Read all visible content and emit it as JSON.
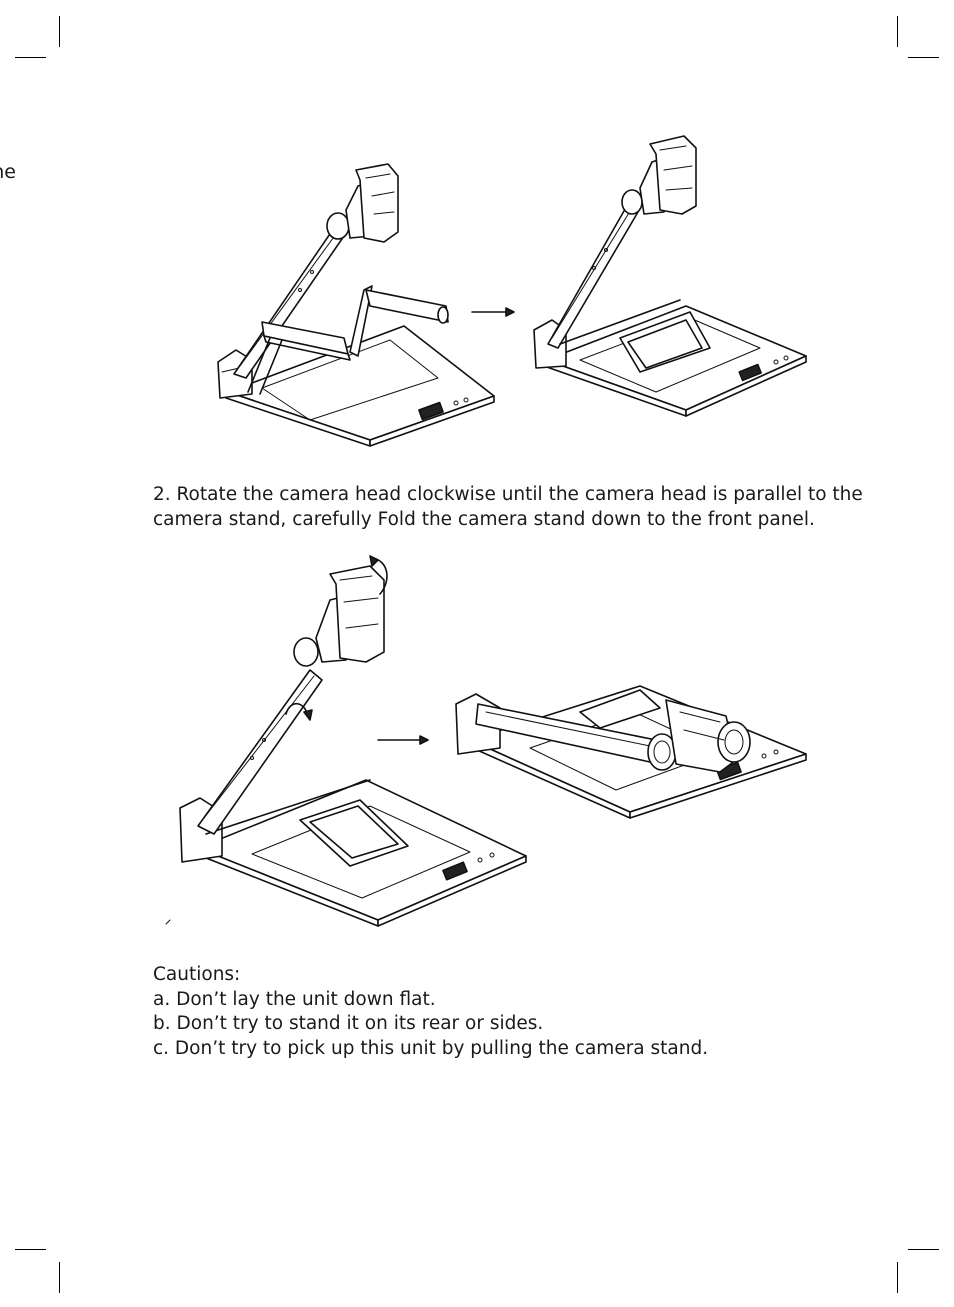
{
  "page": {
    "clipped_margin_text": "the"
  },
  "step2": {
    "line1": "2. Rotate the camera head clockwise until the camera head is parallel to the",
    "line2": "camera stand, carefully Fold the camera stand down to the front panel."
  },
  "cautions": {
    "heading": "Cautions:",
    "items": [
      "a. Don’t lay the unit down flat.",
      "b. Don’t try to stand it on its rear or sides.",
      "c. Don’t try to pick up this unit by pulling the camera stand."
    ]
  }
}
